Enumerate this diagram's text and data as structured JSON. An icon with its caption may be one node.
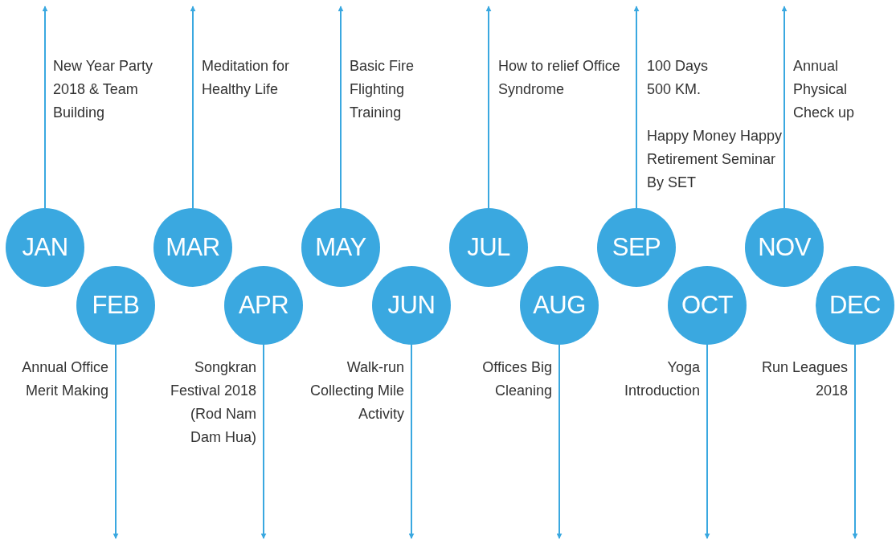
{
  "diagram": {
    "nodes": [
      {
        "text": [
          "JAN"
        ]
      },
      {
        "text": [
          "FEB"
        ],
        "beside": [
          "Annual Office Merit Making"
        ]
      },
      {
        "text": [
          "MAR"
        ]
      },
      {
        "text": [
          "APR"
        ],
        "beside": [
          "Songkran Festival 2018 (Rod Nam Dam Hua)"
        ]
      },
      {
        "text": [
          "MAY"
        ]
      },
      {
        "text": [
          "JUN"
        ],
        "beside": [
          "Walk-run Collecting Mile Activity"
        ]
      },
      {
        "text": [
          "JUL"
        ]
      },
      {
        "text": [
          "AUG"
        ],
        "beside": [
          "Offices Big Cleaning"
        ]
      },
      {
        "text": [
          "SEP"
        ]
      },
      {
        "text": [
          "OCT"
        ],
        "beside": [
          "Yoga Introduction"
        ]
      },
      {
        "text": [
          "NOV"
        ]
      },
      {
        "text": [
          "DEC"
        ],
        "beside": [
          "Run Leagues 2018"
        ]
      }
    ],
    "edges": [
      {
        "from": 0,
        "to": null,
        "arrow": "to"
      },
      {
        "from": 1,
        "to": null,
        "arrow": "to"
      },
      {
        "from": 2,
        "to": null,
        "arrow": "to"
      },
      {
        "from": 3,
        "to": null,
        "arrow": "to"
      },
      {
        "from": 4,
        "to": null,
        "arrow": "to"
      },
      {
        "from": 5,
        "to": null,
        "arrow": "to"
      },
      {
        "from": 6,
        "to": null,
        "arrow": "to"
      },
      {
        "from": 7,
        "to": null,
        "arrow": "to"
      },
      {
        "from": 8,
        "to": null,
        "arrow": "to"
      },
      {
        "from": 9,
        "to": null,
        "arrow": "to"
      },
      {
        "from": 10,
        "to": null,
        "arrow": "to"
      },
      {
        "from": 11,
        "to": null,
        "arrow": "to"
      }
    ],
    "labels": [
      "New Year Party 2018 & Team Building",
      "Meditation for Healthy Life",
      "Basic Fire Flighting Training",
      "How to relief Office Syndrome",
      "100 Days 500 KM.",
      "Happy Money Happy Retirement Seminar By SET",
      "Annual Physical Check up"
    ]
  }
}
